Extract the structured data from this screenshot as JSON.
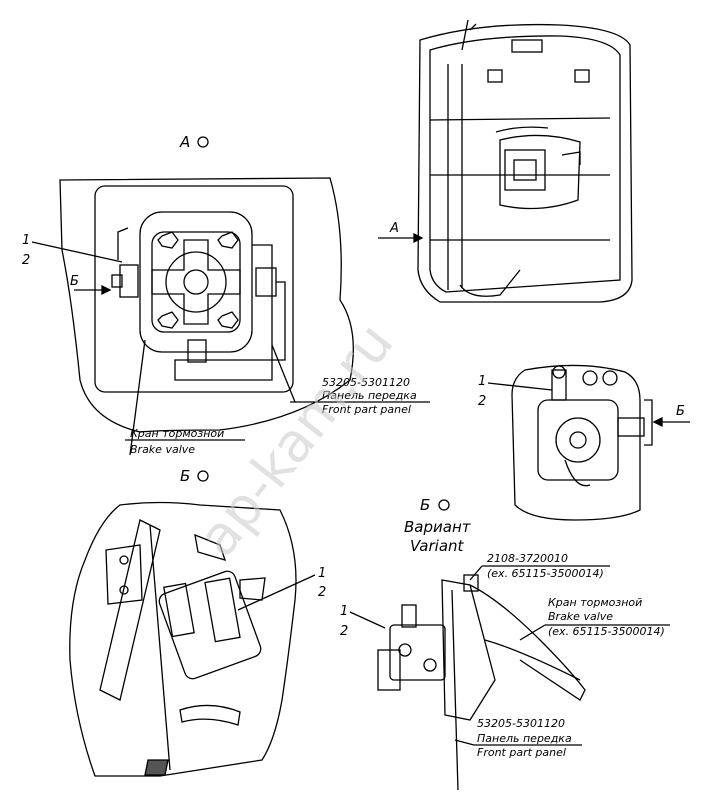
{
  "view_a": {
    "title": "А",
    "num1": "1",
    "num2": "2",
    "arrow_b": "Б"
  },
  "view_a_callout": {
    "ru": "Кран тормозной",
    "en": "Brake valve"
  },
  "panel_top": {
    "code": "53205-5301120",
    "ru": "Панель передка",
    "en": "Front part panel"
  },
  "cab": {
    "arrow_a": "А"
  },
  "detail_right": {
    "num1": "1",
    "num2": "2",
    "arrow_b": "Б"
  },
  "view_b": {
    "title": "Б",
    "num1": "1",
    "num2": "2"
  },
  "variant": {
    "title": "Б",
    "ru": "Вариант",
    "en": "Variant",
    "num1": "1",
    "num2": "2",
    "part_code": "2108-3720010",
    "part_ex": "(ex. 65115-3500014)",
    "valve_ru": "Кран тормозной",
    "valve_en": "Brake valve",
    "valve_ex": "(ex. 65115-3500014)",
    "panel_code": "53205-5301120",
    "panel_ru": "Панель передка",
    "panel_en": "Front part panel"
  },
  "watermark": "ap-kam.ru"
}
